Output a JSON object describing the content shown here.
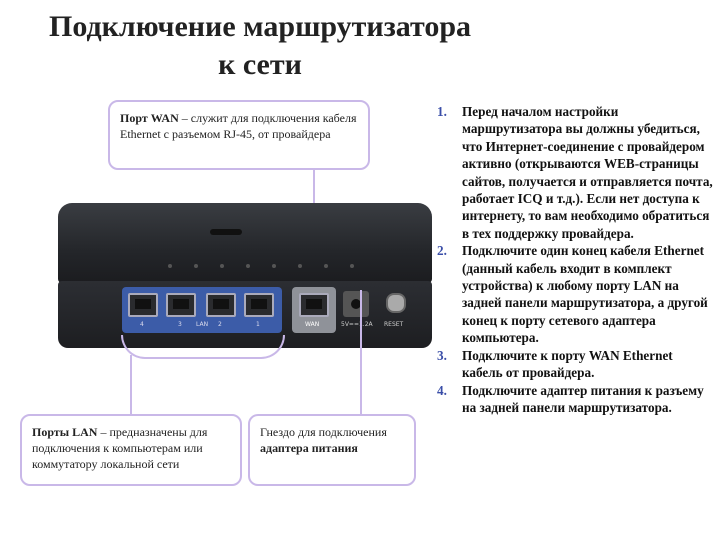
{
  "title_line1": "Подключение маршрутизатора",
  "title_line2": "к сети",
  "wan_callout": {
    "term": "Порт WAN",
    "text": " – служит для подключения кабеля Ethernet с разъемом RJ-45, от провайдера"
  },
  "lan_callout": {
    "term": "Порты LAN",
    "text": " – предназначены для подключения к компьютерам или коммутатору локальной сети"
  },
  "power_callout": {
    "text": "Гнездо для подключения ",
    "term": "адаптера питания"
  },
  "router_labels": {
    "lan_ports": [
      "4",
      "3",
      "LAN",
      "2",
      "1"
    ],
    "wan": "WAN",
    "power": "5V==1.2A",
    "reset": "RESET"
  },
  "steps": [
    {
      "num": "1.",
      "text": "Перед началом настройки маршрутизатора вы должны убедиться, что Интернет-соединение с провайдером активно (открываются WEB-страницы сайтов, получается и отправляется почта, работает ICQ и т.д.). Если нет доступа к интернету, то вам необходимо обратиться в тех поддержку провайдера."
    },
    {
      "num": "2.",
      "text": "Подключите один конец кабеля Ethernet (данный кабель входит в комплект устройства) к любому порту LAN на задней панели маршрутизатора, а другой конец к порту сетевого адаптера компьютера."
    },
    {
      "num": "3.",
      "text": "Подключите к порту WAN Ethernet кабель от провайдера."
    },
    {
      "num": "4.",
      "text": "Подключите адаптер питания к разъему на задней панели маршрутизатора."
    }
  ],
  "colors": {
    "callout_border": "#c9b8e8",
    "lan_panel": "#3c5ca8",
    "list_numbers": "#3a4ea8"
  }
}
